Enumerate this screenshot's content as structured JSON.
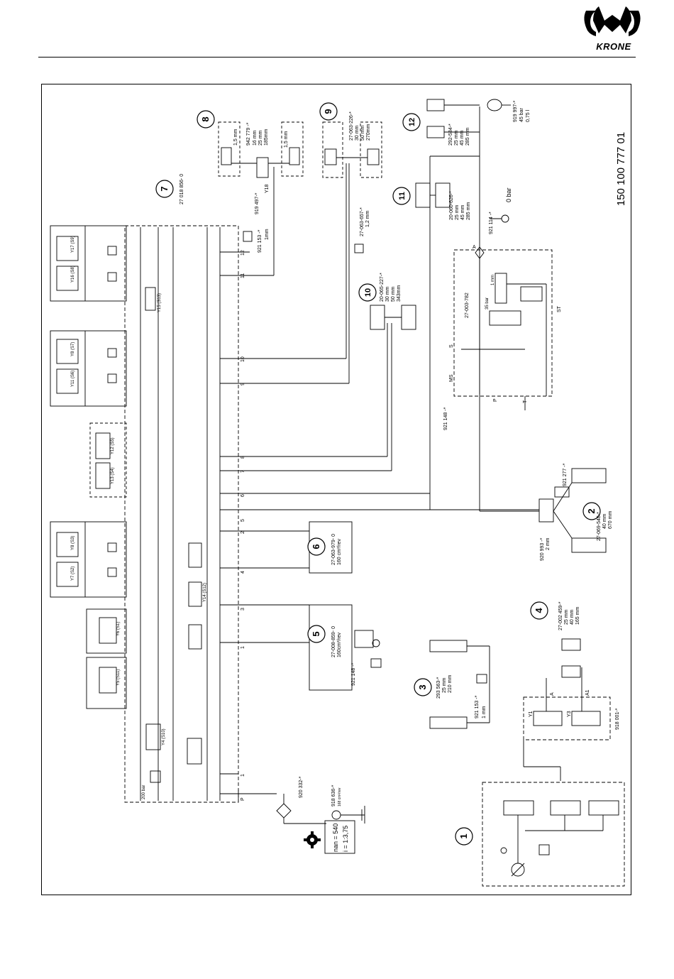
{
  "header": {
    "brand": "KRONE",
    "drawing_number": "150 100 777 01"
  },
  "callouts": {
    "c1": "1",
    "c2": "2",
    "c3": "3",
    "c4": "4",
    "c5": "5",
    "c6": "6",
    "c7": "7",
    "c8": "8",
    "c9": "9",
    "c10": "10",
    "c11": "11",
    "c12": "12"
  },
  "components": {
    "block7": {
      "part": "27 018 856- 0"
    },
    "comp8": {
      "part": "942 779 -*",
      "spec1": "16 mm",
      "spec2": "25 mm",
      "spec3": "185mm",
      "width_l": "1,5 mm",
      "width_r": "1,5 mm"
    },
    "comp9": {
      "part": "27-063-226-*",
      "spec1": "30 mm",
      "spec2": "50 mm",
      "spec3": "270mm"
    },
    "comp10": {
      "part": "20-065-227-*",
      "spec1": "30 mm",
      "spec2": "50 mm",
      "spec3": "343mm"
    },
    "comp11": {
      "part": "20-060-626-*",
      "spec1": "25 mm",
      "spec2": "45 mm",
      "spec3": "285 mm"
    },
    "comp12": {
      "part": "292-534-*",
      "spec1": "25 mm",
      "spec2": "45 mm",
      "spec3": "285 mm"
    },
    "accum": {
      "part": "919 997-*",
      "spec1": "45 bar",
      "spec2": "0,75 l"
    },
    "gauge_top": {
      "part": "921 114 -*",
      "label": "0 bar"
    },
    "valve18": {
      "part": "919 497-*",
      "label": "Y18"
    },
    "restrictor921": {
      "part": "921 153 -*",
      "spec": "1mm"
    },
    "restrictor_12": {
      "part": "27-063-657-*",
      "spec": "1,2 mm"
    },
    "valve_block": {
      "part": "27-003-782",
      "ports": [
        "A",
        "S",
        "MS",
        "P",
        "T",
        "ST"
      ],
      "pressure": "35 bar",
      "spec": "1 mm"
    },
    "line921": {
      "part": "921 148 -*"
    },
    "comp2": {
      "part": "27-069-548-*",
      "spec1": "40 mm",
      "spec2": "670 mm"
    },
    "valve_921_277": {
      "part": "921 277 -*"
    },
    "throttle_920": {
      "part": "920 993 -*",
      "spec": "2 mm"
    },
    "comp6": {
      "part": "27-063-979- 0",
      "spec": "160 cm³/rev"
    },
    "comp5": {
      "part": "27-008-859- 0",
      "spec": "160cm³/rev",
      "sub": "921 148 -*"
    },
    "comp4": {
      "part": "27-002 459-*",
      "spec1": "25 mm",
      "spec2": "40 mm",
      "spec3": "165 mm"
    },
    "comp3": {
      "part": "293 563-*",
      "spec1": "25 mm",
      "spec2": "210 mm"
    },
    "restrictor3": {
      "part": "921 153 -*",
      "spec": "1 mm"
    },
    "valve_y1y3": {
      "part": "918 001-*",
      "labels": [
        "Y1",
        "Y3",
        "A",
        "A1"
      ]
    },
    "filter": {
      "part": "920 332-*"
    },
    "pump": {
      "part": "918 636-*",
      "spec": "168 cm³/rev",
      "speed": "nan = 540",
      "ratio": "i = 1:3,75"
    },
    "pressure_relief": {
      "label": "200 bar"
    },
    "port_p": "P"
  },
  "valve_labels": [
    "Y17 (S9)",
    "Y16 (S8)",
    "Y15 (S13)",
    "Y8 (S7)",
    "Y11 (S6)",
    "Y12 (S5)",
    "Y13 (S4)",
    "Y8 (S3)",
    "Y7 (S2)",
    "Y14 (S12)",
    "Y6 (S1)",
    "Y5 (S11)",
    "Y4 (S10)"
  ],
  "line_numbers": [
    "P",
    "1",
    "2",
    "3",
    "4",
    "5",
    "6",
    "7",
    "8",
    "9",
    "10",
    "11",
    "12"
  ]
}
